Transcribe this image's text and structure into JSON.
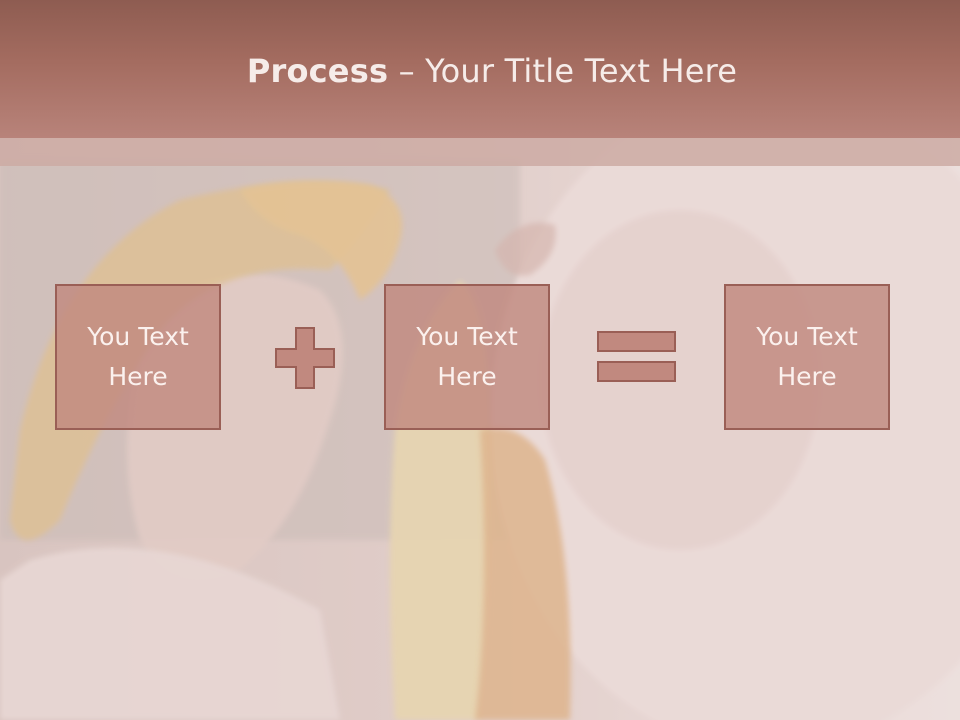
{
  "slide": {
    "title_bold": "Process",
    "title_rest": " – Your Title Text Here"
  },
  "steps": [
    {
      "label": "You Text\nHere"
    },
    {
      "label": "You Text\nHere"
    },
    {
      "label": "You Text\nHere"
    }
  ],
  "operators": [
    "plus-icon",
    "equals-icon"
  ],
  "colors": {
    "header": "#a46c60",
    "box_fill": "#c1897f",
    "box_border": "#9a5f56",
    "operator_fill": "#c1897f",
    "text_light": "#fbf1ee"
  }
}
